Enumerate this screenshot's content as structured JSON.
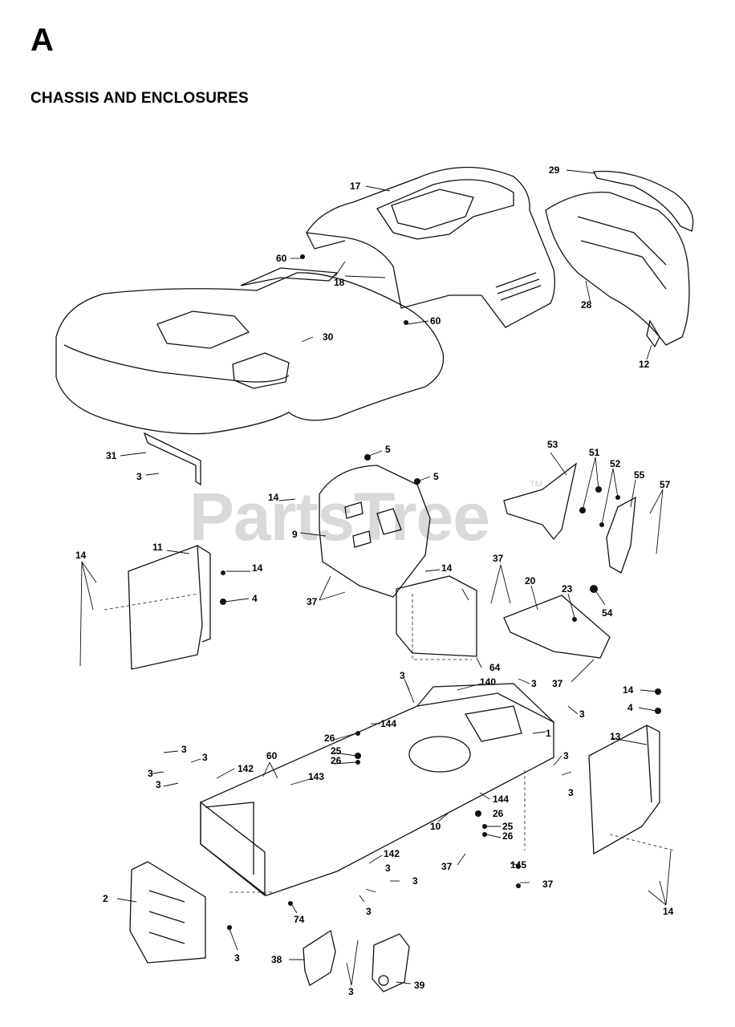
{
  "section_letter": "A",
  "title": "CHASSIS AND ENCLOSURES",
  "watermark": "PartsTree",
  "watermark_mark": "TM",
  "callouts": [
    "17",
    "29",
    "60",
    "18",
    "28",
    "30",
    "60",
    "12",
    "31",
    "5",
    "53",
    "51",
    "52",
    "55",
    "57",
    "3",
    "5",
    "14",
    "9",
    "14",
    "11",
    "14",
    "4",
    "37",
    "20",
    "23",
    "14",
    "64",
    "54",
    "37",
    "37",
    "140",
    "3",
    "3",
    "14",
    "4",
    "3",
    "144",
    "13",
    "26",
    "25",
    "26",
    "3",
    "3",
    "3",
    "3",
    "60",
    "142",
    "143",
    "1",
    "3",
    "3",
    "144",
    "26",
    "10",
    "25",
    "26",
    "37",
    "145",
    "142",
    "37",
    "3",
    "3",
    "3",
    "2",
    "74",
    "3",
    "38",
    "3",
    "39",
    "14"
  ]
}
